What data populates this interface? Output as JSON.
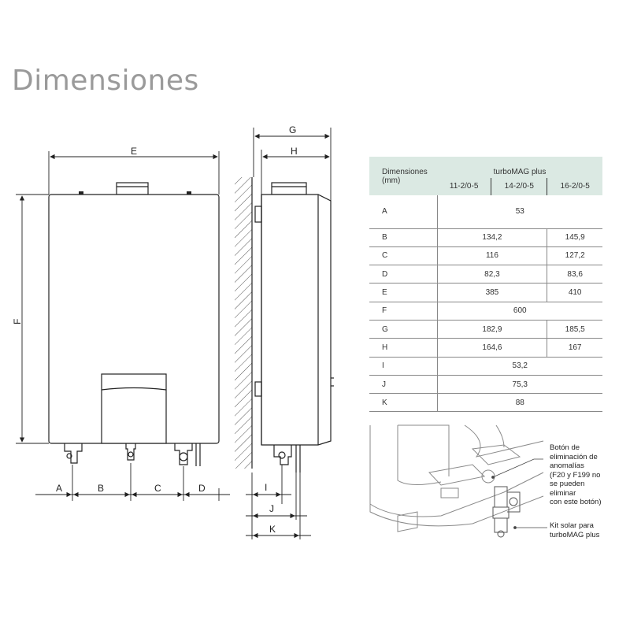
{
  "page": {
    "title": "Dimensiones"
  },
  "drawing": {
    "front_labels": {
      "e": "E",
      "f": "F",
      "a": "A",
      "b": "B",
      "c": "C",
      "d": "D"
    },
    "side_labels": {
      "g": "G",
      "h": "H",
      "i": "I",
      "j": "J",
      "k": "K"
    }
  },
  "table": {
    "header_label": "Dimensiones\n(mm)",
    "model": "turboMAG plus",
    "variants": [
      "11-2/0-5",
      "14-2/0-5",
      "16-2/0-5"
    ],
    "rows": [
      {
        "key": "A",
        "cells": [
          "53"
        ]
      },
      {
        "key": "B",
        "cells": [
          "134,2",
          "145,9"
        ]
      },
      {
        "key": "C",
        "cells": [
          "116",
          "127,2"
        ]
      },
      {
        "key": "D",
        "cells": [
          "82,3",
          "83,6"
        ]
      },
      {
        "key": "E",
        "cells": [
          "385",
          "410"
        ]
      },
      {
        "key": "F",
        "cells": [
          "600"
        ]
      },
      {
        "key": "G",
        "cells": [
          "182,9",
          "185,5"
        ]
      },
      {
        "key": "H",
        "cells": [
          "164,6",
          "167"
        ]
      },
      {
        "key": "I",
        "cells": [
          "53,2"
        ]
      },
      {
        "key": "J",
        "cells": [
          "75,3"
        ]
      },
      {
        "key": "K",
        "cells": [
          "88"
        ]
      }
    ]
  },
  "callouts": {
    "reset_button": "Botón de\neliminación de\nanomalías\n(F20 y F199 no\nse pueden\neliminar\ncon este botón)",
    "solar_kit": "Kit solar para\nturboMAG plus"
  }
}
